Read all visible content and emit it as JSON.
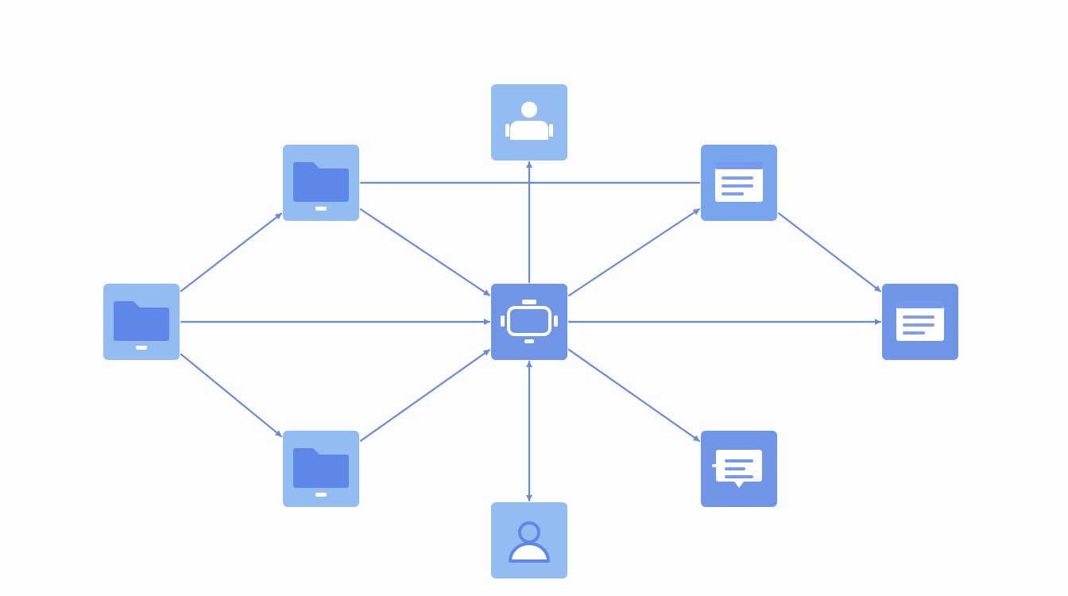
{
  "diagram": {
    "colors": {
      "background": "#fdfdfe",
      "edge": "#6a8bdb",
      "node_light": "#93bdf0",
      "node_mid": "#79a5ec",
      "node_dark": "#6f95e6",
      "icon_fill": "#5f87ea",
      "icon_white": "#ffffff"
    },
    "nodes": [
      {
        "id": "left-folder",
        "icon": "folder-icon",
        "tone": "light"
      },
      {
        "id": "top-left-folder",
        "icon": "folder-icon",
        "tone": "light"
      },
      {
        "id": "bottom-left-folder",
        "icon": "folder-icon",
        "tone": "light"
      },
      {
        "id": "top-user",
        "icon": "robot-user-icon",
        "tone": "light"
      },
      {
        "id": "bottom-user",
        "icon": "user-icon",
        "tone": "light"
      },
      {
        "id": "center-hub",
        "icon": "hub-icon",
        "tone": "dark"
      },
      {
        "id": "top-right-document",
        "icon": "document-icon",
        "tone": "mid"
      },
      {
        "id": "right-document",
        "icon": "document-icon",
        "tone": "dark"
      },
      {
        "id": "bottom-right-chat",
        "icon": "chat-icon",
        "tone": "dark"
      }
    ],
    "edges": [
      {
        "from": "left-folder",
        "to": "top-left-folder",
        "arrow": "end"
      },
      {
        "from": "left-folder",
        "to": "center-hub",
        "arrow": "end"
      },
      {
        "from": "left-folder",
        "to": "bottom-left-folder",
        "arrow": "end"
      },
      {
        "from": "top-left-folder",
        "to": "center-hub",
        "arrow": "end"
      },
      {
        "from": "top-left-folder",
        "to": "top-right-document",
        "arrow": "none"
      },
      {
        "from": "bottom-left-folder",
        "to": "center-hub",
        "arrow": "end"
      },
      {
        "from": "center-hub",
        "to": "top-user",
        "arrow": "end"
      },
      {
        "from": "center-hub",
        "to": "bottom-user",
        "arrow": "both"
      },
      {
        "from": "center-hub",
        "to": "top-right-document",
        "arrow": "end"
      },
      {
        "from": "center-hub",
        "to": "right-document",
        "arrow": "end"
      },
      {
        "from": "center-hub",
        "to": "bottom-right-chat",
        "arrow": "end"
      },
      {
        "from": "top-right-document",
        "to": "right-document",
        "arrow": "end"
      }
    ]
  }
}
